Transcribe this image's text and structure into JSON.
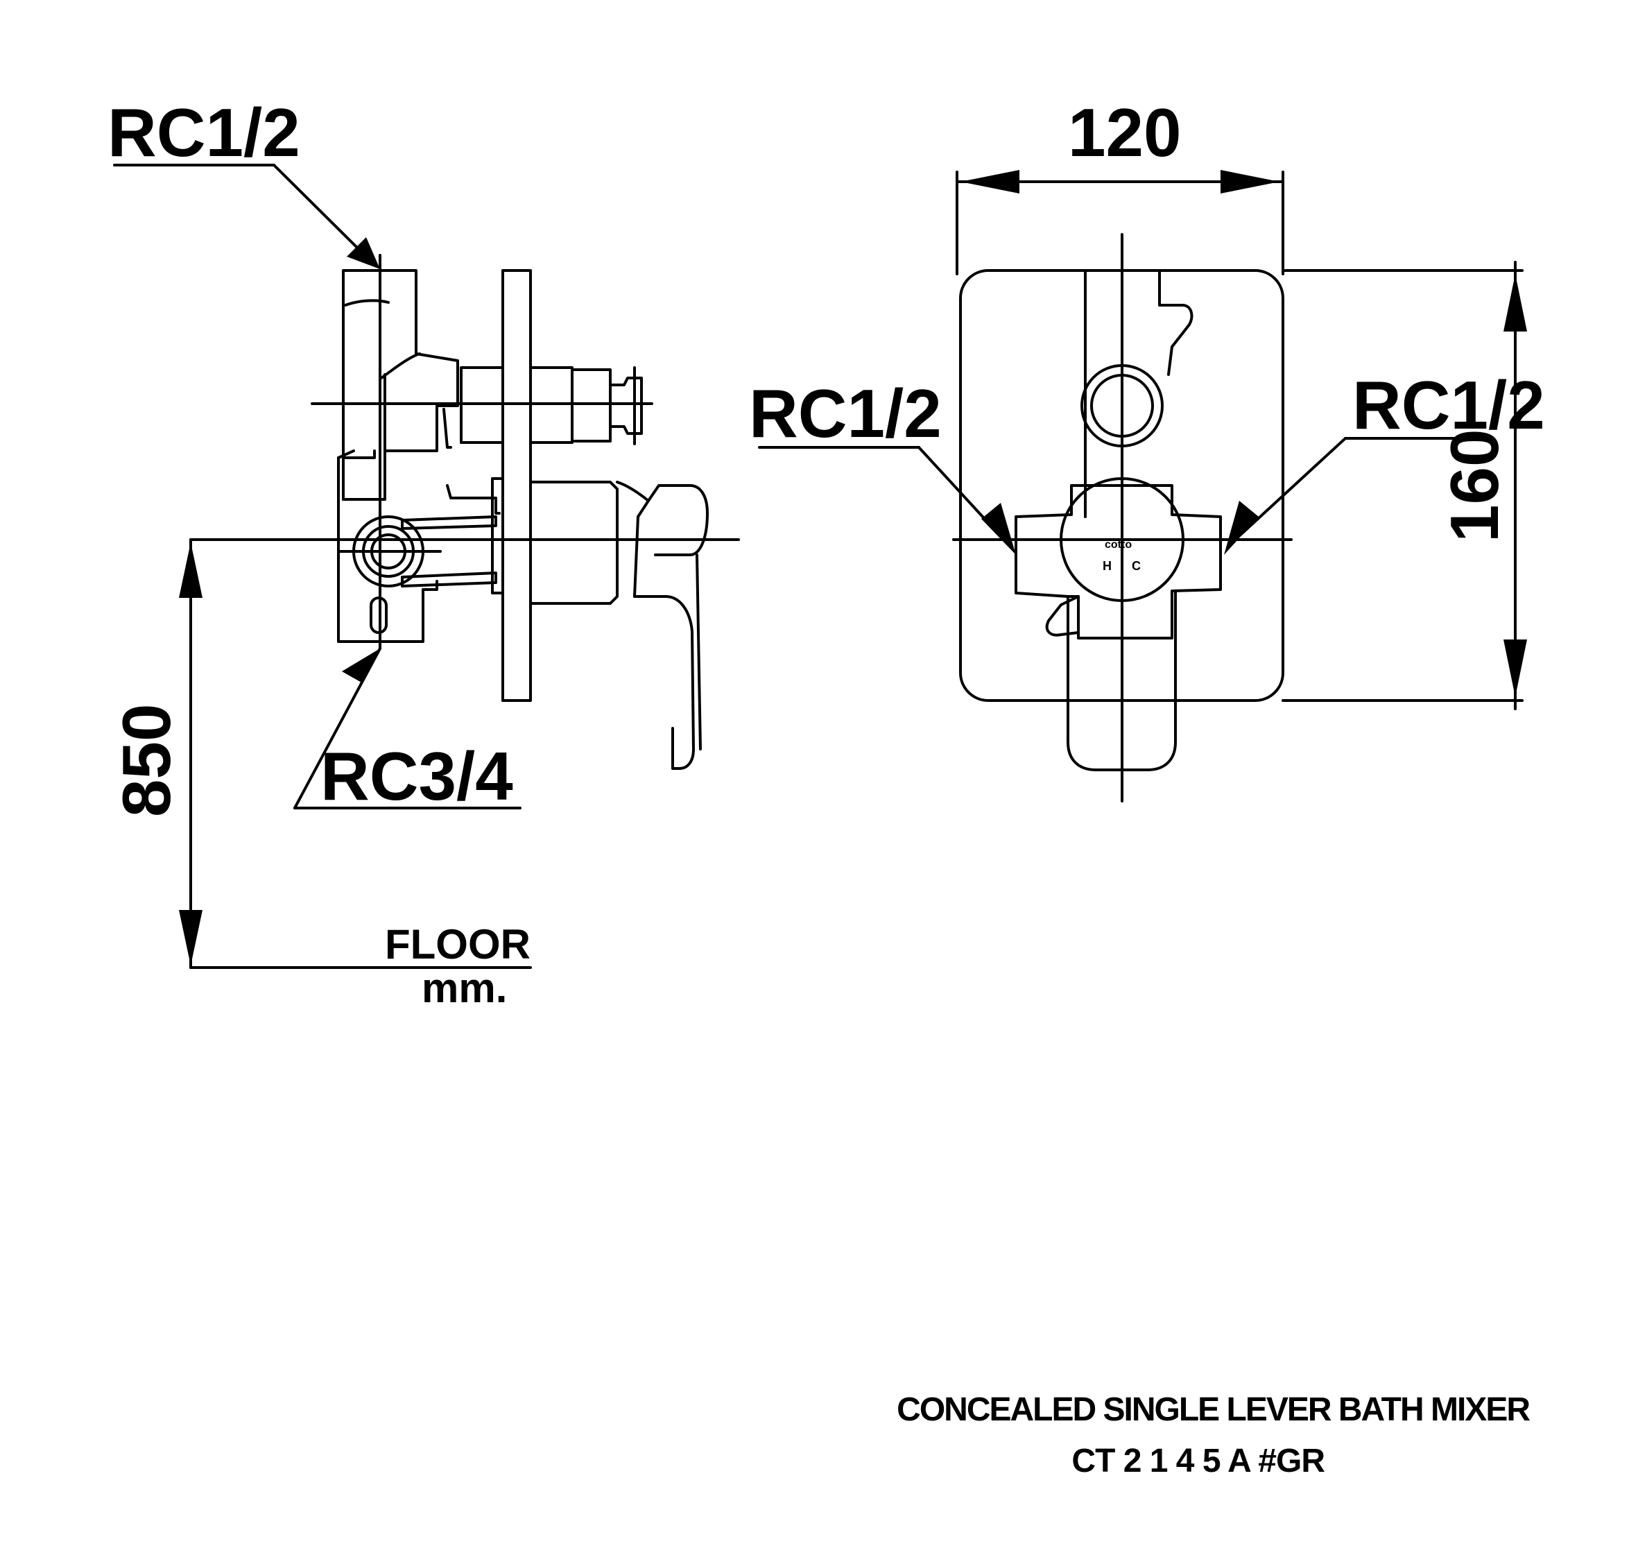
{
  "side_view": {
    "top_inlet_label": "RC1/2",
    "bottom_inlet_label": "RC3/4",
    "height_dim": "850",
    "floor_label": "FLOOR",
    "unit_label": "mm."
  },
  "front_view": {
    "width_dim": "120",
    "height_dim": "160",
    "left_port_label": "RC1/2",
    "right_port_label": "RC1/2",
    "hot_mark": "H",
    "cold_mark": "C",
    "brand_mark": "cotto"
  },
  "title": {
    "line1": "CONCEALED SINGLE LEVER BATH MIXER",
    "line2": "CT 2 1 4 5 A #GR"
  },
  "colors": {
    "ink": "#000000",
    "paper": "#ffffff"
  }
}
